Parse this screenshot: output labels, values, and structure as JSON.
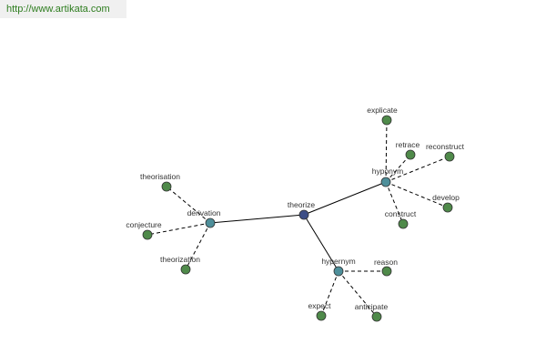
{
  "source_link": "http://www.artikata.com",
  "colors": {
    "center": "#3d4e86",
    "hub": "#4e8f9a",
    "leaf": "#4f8a4a",
    "node_outline": "#333333",
    "edge": "#000000"
  },
  "nodes": [
    {
      "id": "theorize",
      "label": "theorize",
      "kind": "center"
    },
    {
      "id": "derivation",
      "label": "derivation",
      "kind": "hub"
    },
    {
      "id": "hyponym",
      "label": "hyponym",
      "kind": "hub"
    },
    {
      "id": "hypernym",
      "label": "hypernym",
      "kind": "hub"
    },
    {
      "id": "theorisation",
      "label": "theorisation",
      "kind": "leaf"
    },
    {
      "id": "conjecture",
      "label": "conjecture",
      "kind": "leaf"
    },
    {
      "id": "theorization",
      "label": "theorization",
      "kind": "leaf"
    },
    {
      "id": "explicate",
      "label": "explicate",
      "kind": "leaf"
    },
    {
      "id": "retrace",
      "label": "retrace",
      "kind": "leaf"
    },
    {
      "id": "reconstruct",
      "label": "reconstruct",
      "kind": "leaf"
    },
    {
      "id": "develop",
      "label": "develop",
      "kind": "leaf"
    },
    {
      "id": "construct",
      "label": "construct",
      "kind": "leaf"
    },
    {
      "id": "reason",
      "label": "reason",
      "kind": "leaf"
    },
    {
      "id": "expect",
      "label": "expect",
      "kind": "leaf"
    },
    {
      "id": "anticipate",
      "label": "anticipate",
      "kind": "leaf"
    }
  ],
  "edges": [
    {
      "from": "theorize",
      "to": "derivation",
      "style": "solid"
    },
    {
      "from": "theorize",
      "to": "hyponym",
      "style": "solid"
    },
    {
      "from": "theorize",
      "to": "hypernym",
      "style": "solid"
    },
    {
      "from": "derivation",
      "to": "theorisation",
      "style": "dashed"
    },
    {
      "from": "derivation",
      "to": "conjecture",
      "style": "dashed"
    },
    {
      "from": "derivation",
      "to": "theorization",
      "style": "dashed"
    },
    {
      "from": "hyponym",
      "to": "explicate",
      "style": "dashed"
    },
    {
      "from": "hyponym",
      "to": "retrace",
      "style": "dashed"
    },
    {
      "from": "hyponym",
      "to": "reconstruct",
      "style": "dashed"
    },
    {
      "from": "hyponym",
      "to": "develop",
      "style": "dashed"
    },
    {
      "from": "hyponym",
      "to": "construct",
      "style": "dashed"
    },
    {
      "from": "hypernym",
      "to": "reason",
      "style": "dashed"
    },
    {
      "from": "hypernym",
      "to": "expect",
      "style": "dashed"
    },
    {
      "from": "hypernym",
      "to": "anticipate",
      "style": "dashed"
    }
  ]
}
